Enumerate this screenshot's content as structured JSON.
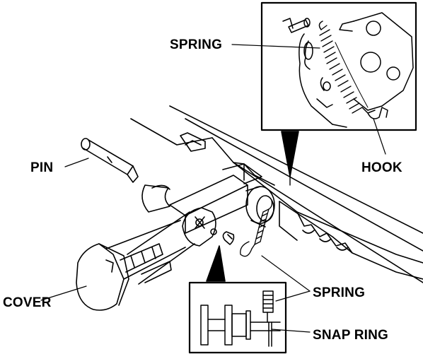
{
  "labels": {
    "spring_top": "SPRING",
    "hook": "HOOK",
    "pin": "PIN",
    "cover": "COVER",
    "spring_bottom": "SPRING",
    "snap_ring": "SNAP RING"
  }
}
